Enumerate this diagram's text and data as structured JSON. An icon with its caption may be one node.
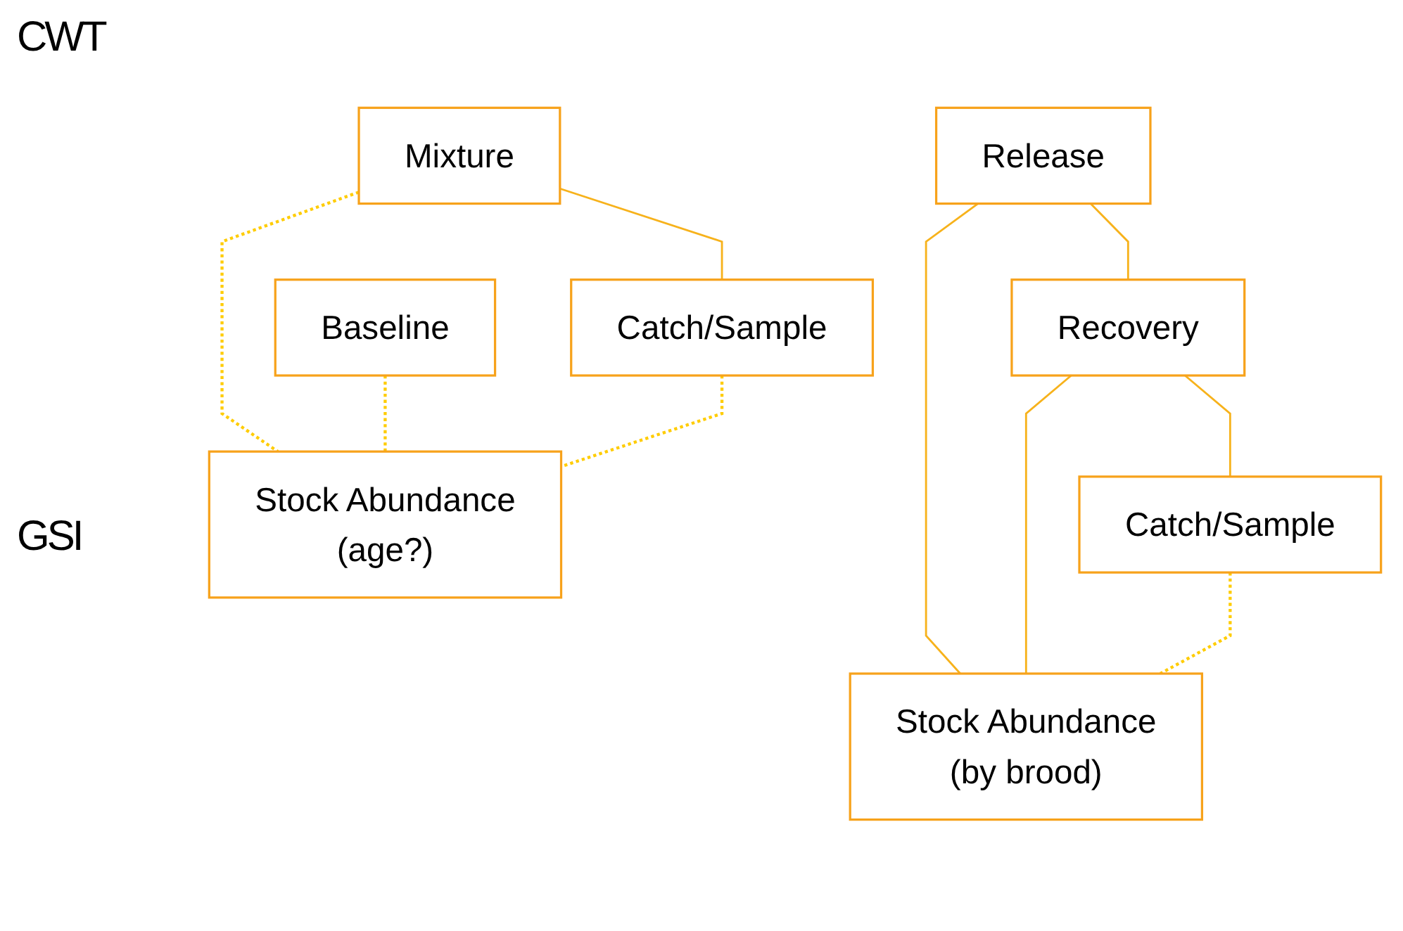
{
  "diagram": {
    "nodes": [
      {
        "text": [
          "Release"
        ]
      },
      {
        "text": [
          "Recovery"
        ]
      },
      {
        "text": [
          "Catch/Sample"
        ]
      },
      {
        "text": [
          "Stock Abundance",
          "(by brood)"
        ]
      },
      {
        "text": [
          "Baseline"
        ]
      },
      {
        "text": [
          "Mixture"
        ]
      },
      {
        "text": [
          "Catch/Sample"
        ]
      },
      {
        "text": [
          "Stock Abundance",
          "(age?)"
        ]
      }
    ],
    "edges": [
      {
        "from": 0,
        "to": 1,
        "arrow": "none"
      },
      {
        "from": 1,
        "to": 2,
        "arrow": "none"
      },
      {
        "from": 0,
        "to": 3,
        "arrow": "none"
      },
      {
        "from": 1,
        "to": 3,
        "arrow": "none"
      },
      {
        "from": 2,
        "to": 3,
        "arrow": "none",
        "style": "dashed",
        "color": "#ffcc00"
      },
      {
        "from": 5,
        "to": 6,
        "arrow": "none"
      },
      {
        "from": 4,
        "to": 7,
        "arrow": "none",
        "style": "dashed",
        "color": "#ffcc00"
      },
      {
        "from": 5,
        "to": 7,
        "arrow": "none",
        "style": "dashed",
        "color": "#ffcc00"
      },
      {
        "from": 6,
        "to": 7,
        "arrow": "none",
        "style": "dashed",
        "color": "#ffcc00"
      }
    ],
    "labels": [
      "CWT",
      "GSI"
    ]
  }
}
